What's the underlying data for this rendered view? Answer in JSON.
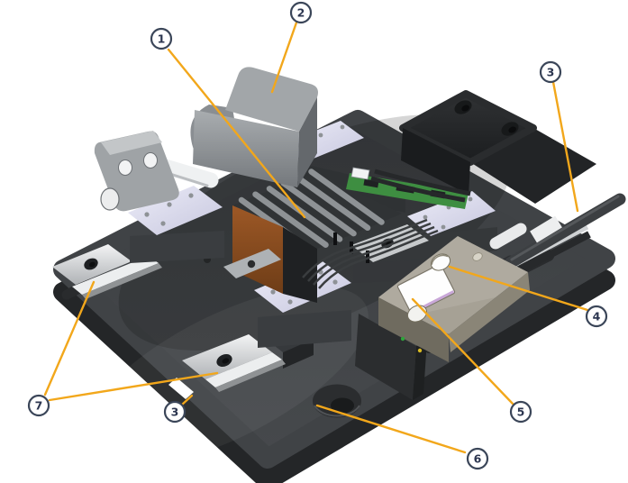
{
  "figure": {
    "type": "annotated-3d-illustration",
    "background": "#FFFFFF"
  },
  "colors": {
    "leader": "#F2A71B",
    "ring": "#3A4558",
    "number": "#2C3650",
    "background": "#FFFFFF"
  },
  "callouts": {
    "c1": {
      "label": "1"
    },
    "c2": {
      "label": "2"
    },
    "c3a": {
      "label": "3"
    },
    "c3b": {
      "label": "3"
    },
    "c4": {
      "label": "4"
    },
    "c5": {
      "label": "5"
    },
    "c6": {
      "label": "6"
    },
    "c7": {
      "label": "7"
    }
  }
}
